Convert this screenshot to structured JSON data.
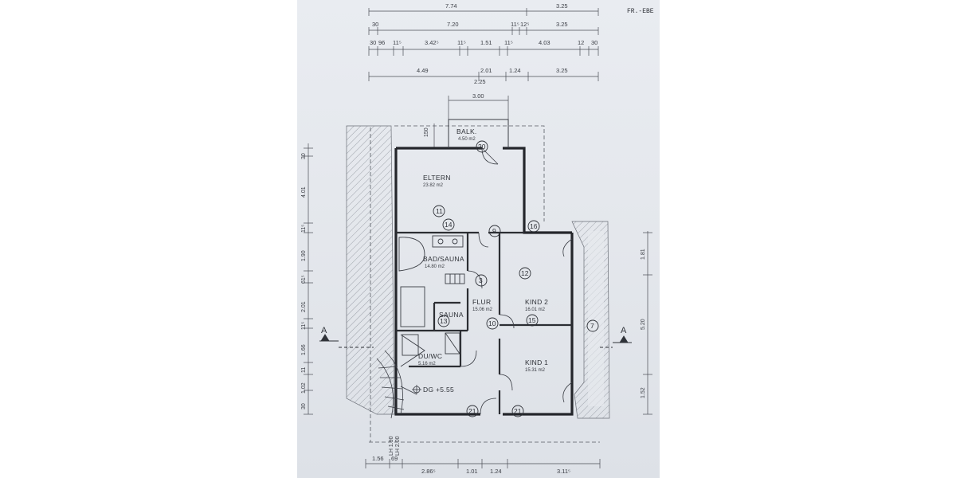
{
  "header": {
    "sheet_label": "FR.-EBE"
  },
  "top_dimensions": {
    "row1": [
      "7.74",
      "3.25"
    ],
    "row2": [
      "30",
      "7.20",
      "11⁵",
      "12⁵",
      "3.25"
    ],
    "row3": [
      "30",
      "96",
      "11⁵",
      "3.42⁵",
      "11⁵",
      "1.51",
      "11⁵",
      "4.03",
      "12",
      "30"
    ],
    "row4": [
      "4.49",
      "2.01",
      "1.24",
      "3.25"
    ],
    "row4_sub": "2.25",
    "balcony_width": "3.00",
    "balcony_depth": "150"
  },
  "rooms": [
    {
      "id": "balk",
      "name": "BALK.",
      "area": "4.50 m2"
    },
    {
      "id": "eltern",
      "name": "ELTERN",
      "area": "23.82 m2"
    },
    {
      "id": "bad",
      "name": "BAD/SAUNA",
      "area": "14.80 m2"
    },
    {
      "id": "sauna",
      "name": "SAUNA",
      "area": ""
    },
    {
      "id": "flur",
      "name": "FLUR",
      "area": "15.06 m2"
    },
    {
      "id": "kind2",
      "name": "KIND 2",
      "area": "16.01 m2"
    },
    {
      "id": "kind1",
      "name": "KIND 1",
      "area": "15.31 m2"
    },
    {
      "id": "duwc",
      "name": "DU/WC",
      "area": "5.16 m2"
    }
  ],
  "level_label": "DG +5.55",
  "circle_tags": [
    "20",
    "11",
    "14",
    "9",
    "16",
    "12",
    "3",
    "15",
    "10",
    "13",
    "7",
    "21",
    "21"
  ],
  "section_marker": "A",
  "left_dimensions": [
    "30",
    "4.01",
    "11⁵",
    "1.90",
    "61⁵",
    "2.01",
    "11⁵",
    "1.66",
    "11",
    "1.02",
    "30"
  ],
  "right_dimensions": [
    "1.81",
    "5.20",
    "1.52"
  ],
  "bottom_dimensions": [
    "1.56",
    "69",
    "2.86⁵",
    "1.01",
    "1.24",
    "3.11⁵"
  ],
  "stair_labels": [
    "LH 1.90",
    "LH 2.00"
  ]
}
